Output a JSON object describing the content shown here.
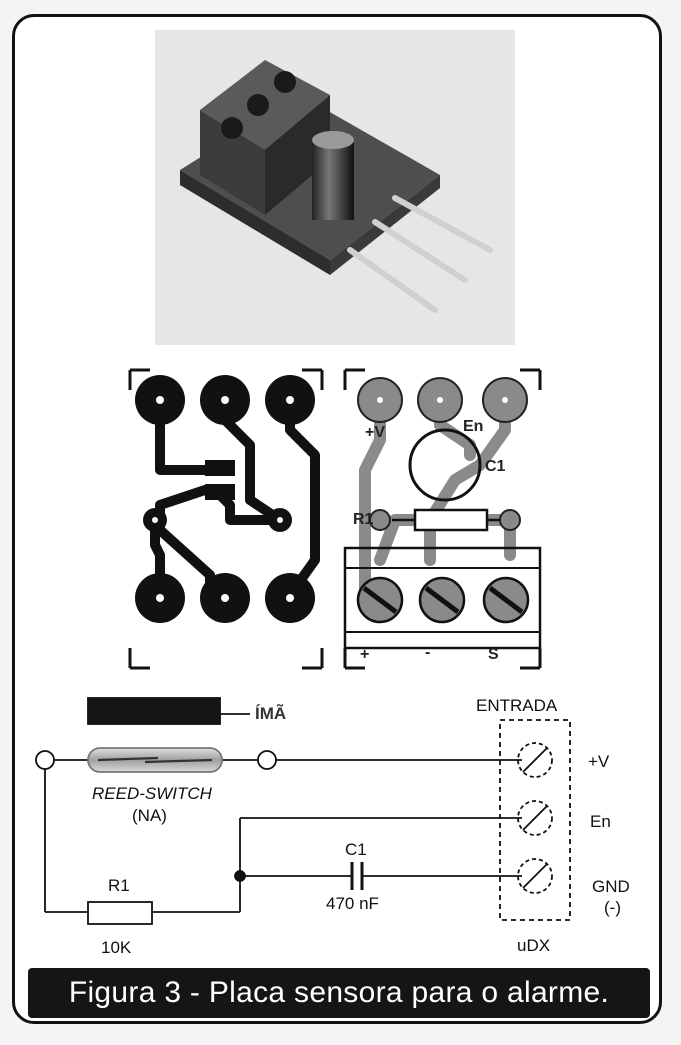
{
  "figure": {
    "caption": "Figura 3 - Placa sensora para o alarme."
  },
  "pcb_layout": {
    "labels": {
      "plus_v": "+V",
      "en": "En",
      "c1": "C1",
      "r1": "R1",
      "plus": "+",
      "minus": "-",
      "s": "S"
    }
  },
  "schematic": {
    "magnet_label": "ÍMÃ",
    "reed_switch_label": "REED-SWITCH",
    "reed_switch_type": "(NA)",
    "r1_label": "R1",
    "r1_value": "10K",
    "c1_label": "C1",
    "c1_value": "470 nF",
    "connector_title": "ENTRADA",
    "connector_name": "uDX",
    "pins": [
      "+V",
      "En",
      "GND",
      "(-)"
    ]
  },
  "colors": {
    "copper": "#111111",
    "silkscreen_track": "#8a8a8a",
    "caption_bg": "#151515"
  }
}
